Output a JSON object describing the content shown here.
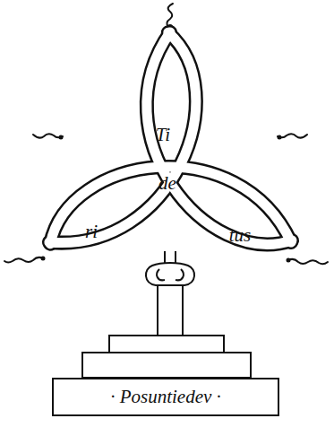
{
  "diagram": {
    "nodes": [
      {
        "text": [
          "· Posuntiedev ·"
        ]
      }
    ],
    "labels": [
      "Ti",
      "de",
      "ri",
      "tus"
    ]
  }
}
